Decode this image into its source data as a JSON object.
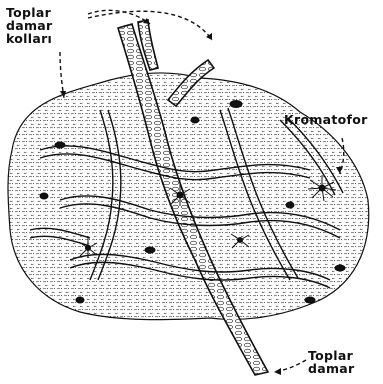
{
  "labels": {
    "top_vein_branches": [
      "Toplar",
      "damar",
      "kolları"
    ],
    "chromatophore": "Kromatofor",
    "bottom_vein": [
      "Toplar",
      "damar"
    ]
  },
  "colors": {
    "ink": "#111111",
    "paper": "#ffffff"
  }
}
